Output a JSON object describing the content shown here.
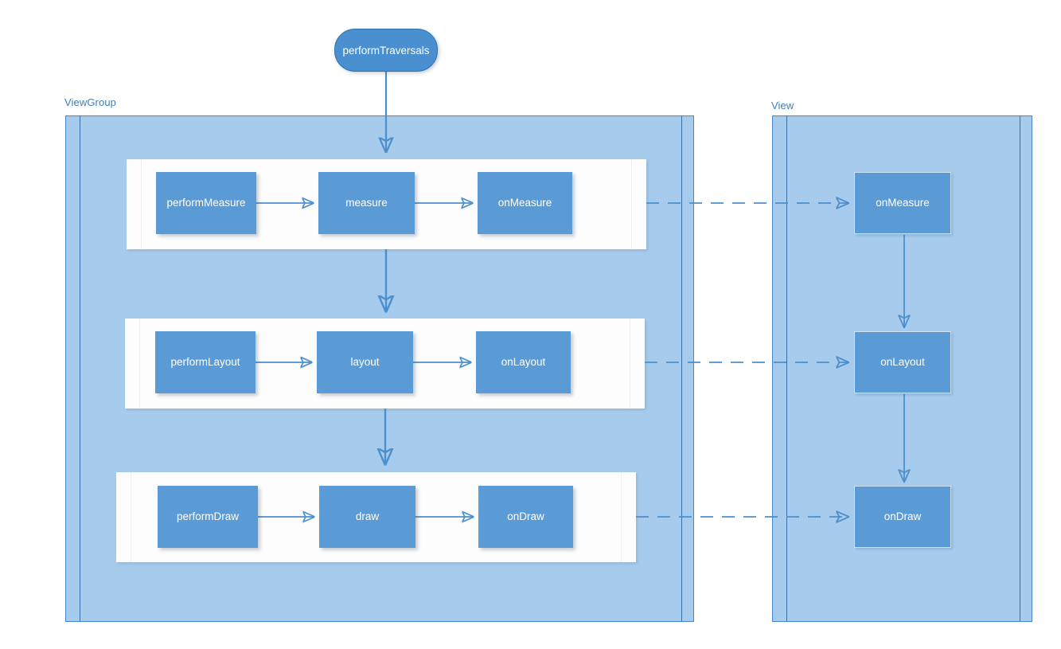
{
  "diagram": {
    "title_node": {
      "label": "performTraversals"
    },
    "lanes": [
      {
        "name": "viewgroup",
        "label": "ViewGroup"
      },
      {
        "name": "view",
        "label": "View"
      }
    ],
    "phases": [
      {
        "name": "measure-phase",
        "viewgroup_nodes": [
          {
            "name": "perform-measure",
            "label": "performMeasure"
          },
          {
            "name": "measure",
            "label": "measure"
          },
          {
            "name": "on-measure-viewgroup",
            "label": "onMeasure"
          }
        ],
        "view_node": {
          "name": "on-measure-view",
          "label": "onMeasure"
        }
      },
      {
        "name": "layout-phase",
        "viewgroup_nodes": [
          {
            "name": "perform-layout",
            "label": "performLayout"
          },
          {
            "name": "layout",
            "label": "layout"
          },
          {
            "name": "on-layout-viewgroup",
            "label": "onLayout"
          }
        ],
        "view_node": {
          "name": "on-layout-view",
          "label": "onLayout"
        }
      },
      {
        "name": "draw-phase",
        "viewgroup_nodes": [
          {
            "name": "perform-draw",
            "label": "performDraw"
          },
          {
            "name": "draw",
            "label": "draw"
          },
          {
            "name": "on-draw-viewgroup",
            "label": "onDraw"
          }
        ],
        "view_node": {
          "name": "on-draw-view",
          "label": "onDraw"
        }
      }
    ],
    "colors": {
      "node_fill": "#5b9bd5",
      "lane_fill": "#a6cbec",
      "lane_border": "#4a86c5",
      "connector": "#4d8fcc",
      "label_text": "#3d7ebd",
      "band_fill": "#fdfdfd",
      "terminator_fill": "#4a8fcf"
    }
  }
}
